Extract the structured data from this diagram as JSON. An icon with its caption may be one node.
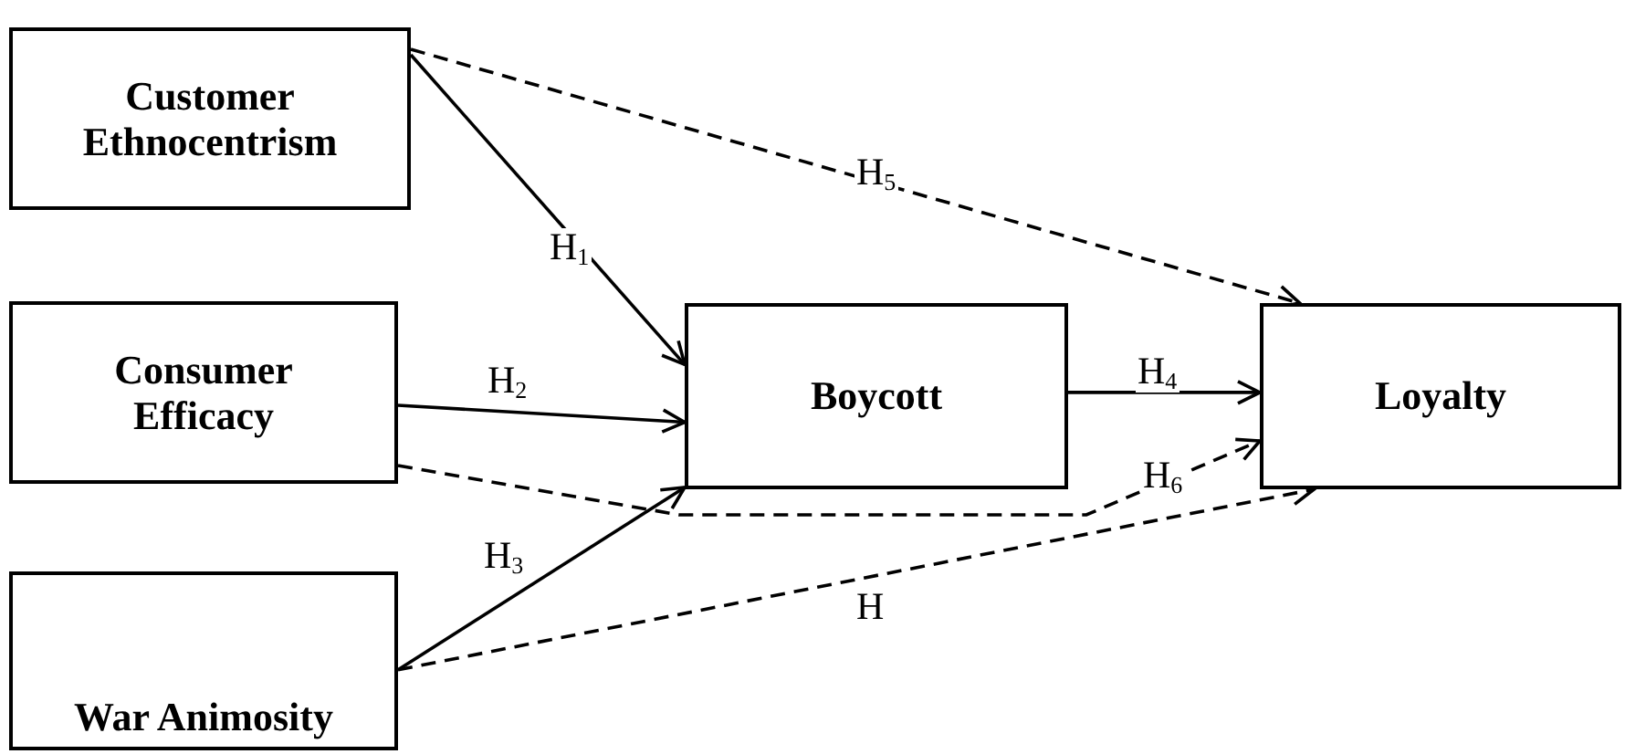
{
  "diagram": {
    "nodes": [
      {
        "text": [
          "Customer Ethnocentrism"
        ]
      },
      {
        "text": [
          "Consumer Efficacy"
        ]
      },
      {
        "text": [
          "War Animosity"
        ]
      },
      {
        "text": [
          "Boycott"
        ]
      },
      {
        "text": [
          "Loyalty"
        ]
      }
    ],
    "edges": [
      {
        "from": 0,
        "to": 3,
        "arrow": "to",
        "label": "H$_{1}$"
      },
      {
        "from": 0,
        "to": 4,
        "arrow": "to",
        "label": "H$_{5}$",
        "style": "dashed"
      },
      {
        "from": 1,
        "to": 3,
        "arrow": "to",
        "label": "H$_{2}$"
      },
      {
        "from": 1,
        "to": 4,
        "arrow": "to",
        "label": "H$_{6}$",
        "style": "dashed"
      },
      {
        "from": 3,
        "to": 4,
        "arrow": "to",
        "label": "H$_{4}$"
      },
      {
        "from": 2,
        "to": 3,
        "arrow": "to",
        "label": "H$_{3}$"
      },
      {
        "from": 2,
        "to": 4,
        "arrow": "to",
        "label": "H",
        "style": "dashed"
      }
    ]
  }
}
